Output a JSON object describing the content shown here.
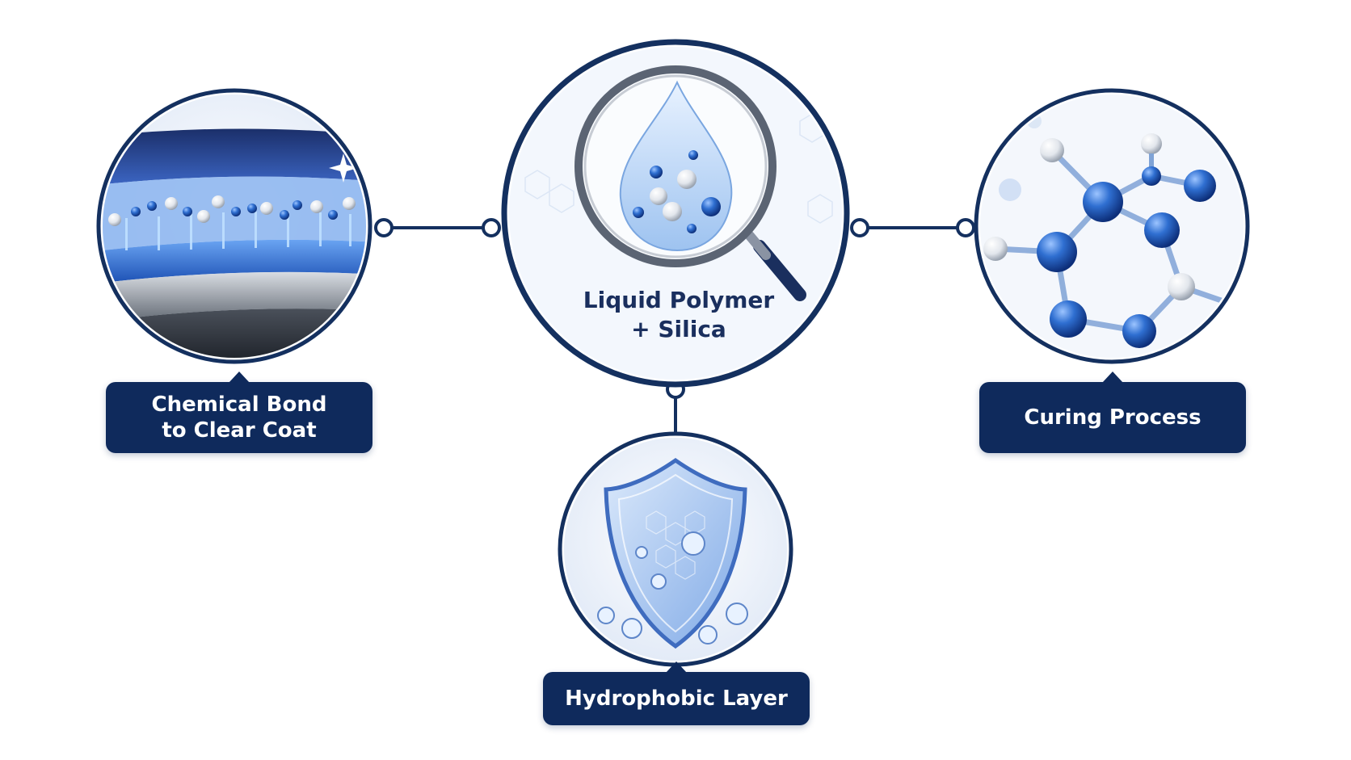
{
  "center_node": {
    "lines": [
      "Liquid Polymer",
      "+ Silica"
    ],
    "icon": "magnifier-droplet-icon"
  },
  "nodes": {
    "left": {
      "lines": [
        "Chemical Bond",
        "to Clear Coat"
      ],
      "icon": "clear-coat-layers-icon"
    },
    "right": {
      "lines": [
        "Curing Process"
      ],
      "icon": "molecule-network-icon"
    },
    "bottom": {
      "lines": [
        "Hydrophobic Layer"
      ],
      "icon": "shield-droplets-icon"
    }
  },
  "colors": {
    "navy": "#0f2a5c",
    "ring": "#14305f",
    "accent_blue": "#2f6fd1",
    "light_bg": "#eef3fb"
  }
}
